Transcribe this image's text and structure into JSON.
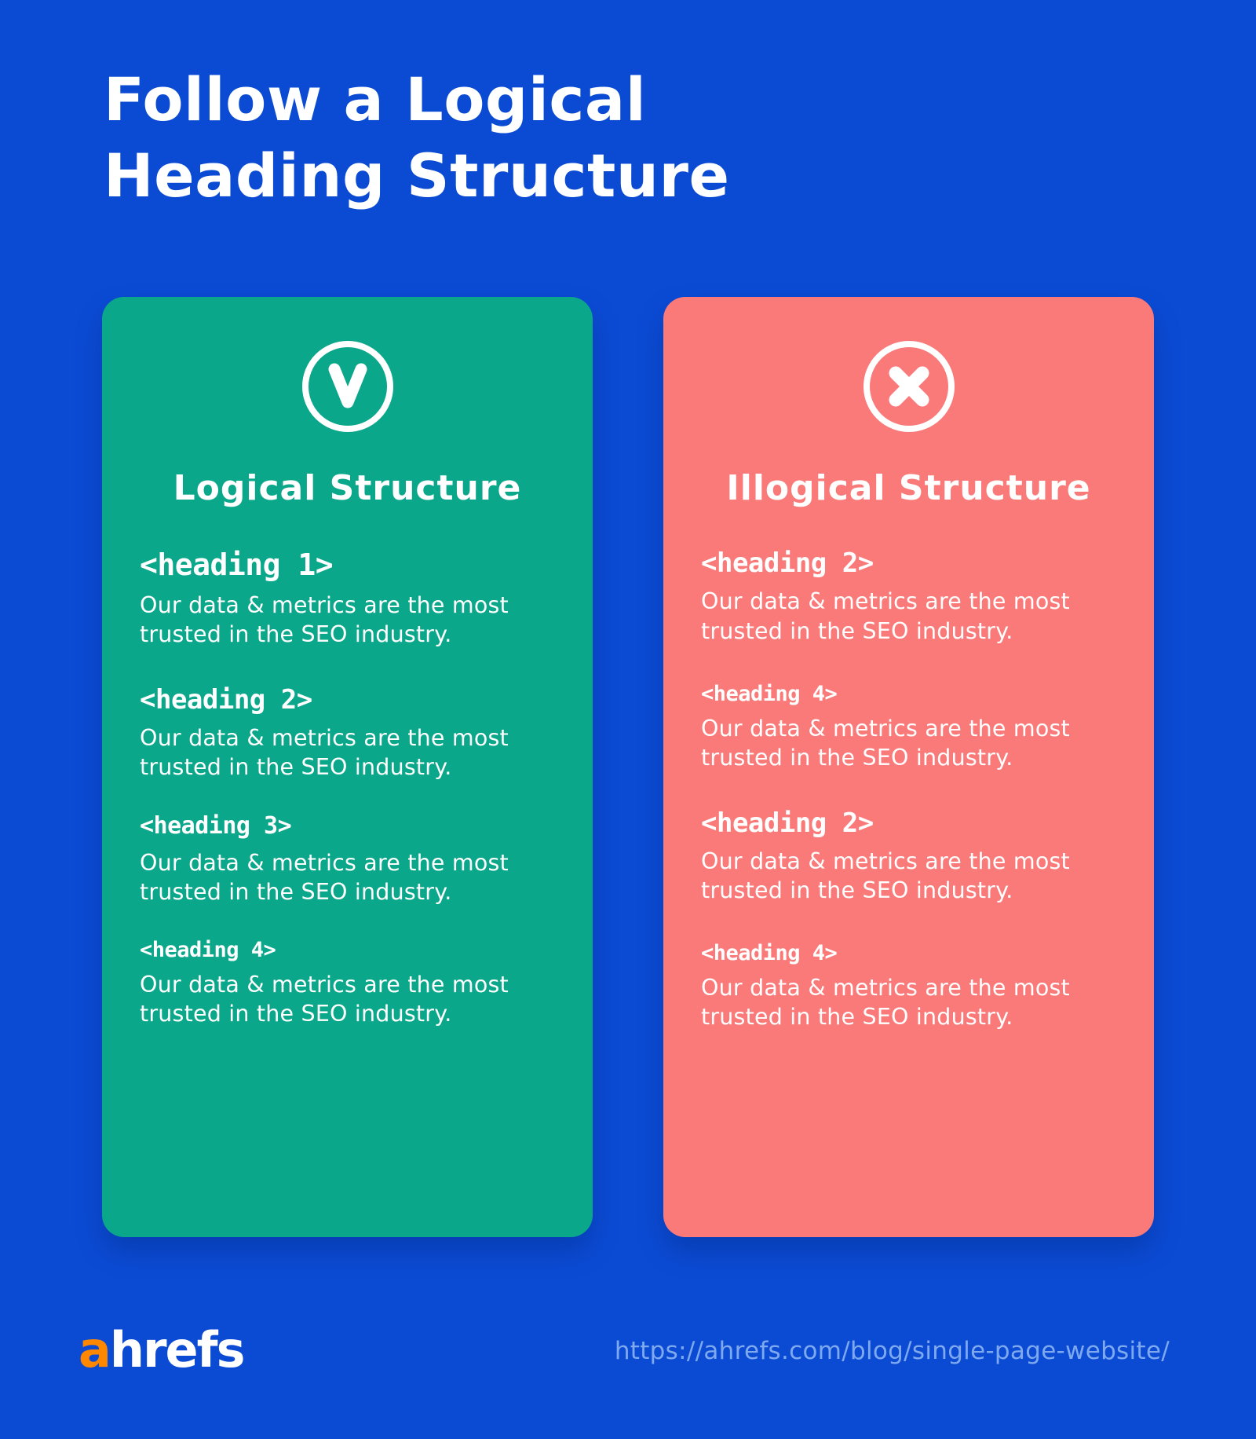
{
  "page": {
    "background_color": "#0b4bd4",
    "title_lines": [
      "Follow a Logical",
      "Heading Structure"
    ]
  },
  "colors": {
    "background": "#0b4bd4",
    "good_card": "#0aa78b",
    "bad_card": "#fa7a7a",
    "text_white": "#ffffff",
    "logo_accent": "#ff8800",
    "url_text": "#7ea9ef"
  },
  "cards": [
    {
      "id": "logical",
      "icon": "check-circle-icon",
      "title": "Logical Structure",
      "items": [
        {
          "heading": "<heading 1>",
          "level": 1,
          "body": "Our data & metrics are the most trusted in the SEO industry."
        },
        {
          "heading": "<heading 2>",
          "level": 2,
          "body": "Our data & metrics are the most trusted in the SEO industry."
        },
        {
          "heading": "<heading 3>",
          "level": 3,
          "body": "Our data & metrics are the most trusted in the SEO industry."
        },
        {
          "heading": "<heading 4>",
          "level": 4,
          "body": "Our data & metrics are the most trusted in the SEO industry."
        }
      ]
    },
    {
      "id": "illogical",
      "icon": "x-circle-icon",
      "title": "Illogical Structure",
      "items": [
        {
          "heading": "<heading 2>",
          "level": 2,
          "body": "Our data & metrics are the most trusted in the SEO industry."
        },
        {
          "heading": "<heading 4>",
          "level": 4,
          "body": "Our data & metrics are the most trusted in the SEO industry."
        },
        {
          "heading": "<heading 2>",
          "level": 2,
          "body": "Our data & metrics are the most trusted in the SEO industry."
        },
        {
          "heading": "<heading 4>",
          "level": 4,
          "body": "Our data & metrics are the most trusted in the SEO industry."
        }
      ]
    }
  ],
  "footer": {
    "logo_accent_letter": "a",
    "logo_rest": "hrefs",
    "url": "https://ahrefs.com/blog/single-page-website/"
  }
}
